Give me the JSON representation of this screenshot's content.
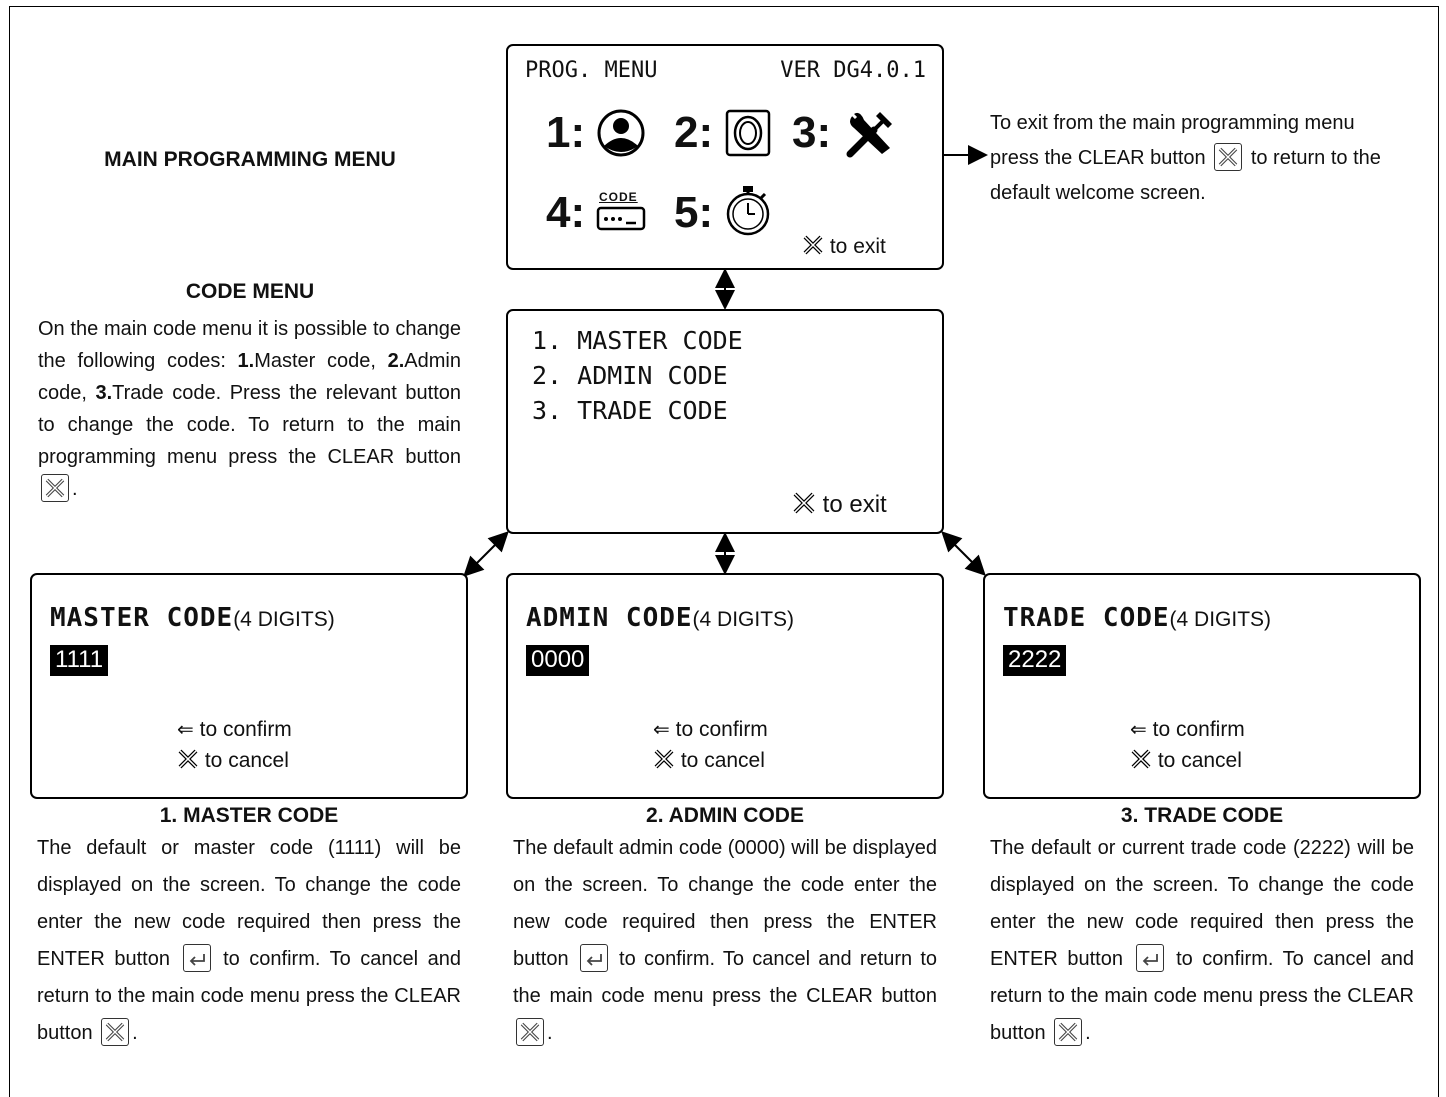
{
  "main_menu": {
    "heading": "MAIN PROGRAMMING MENU",
    "screen_title_left": "PROG. MENU",
    "screen_title_right": "VER DG4.0.1",
    "items": [
      {
        "num": "1:",
        "icon": "user-icon"
      },
      {
        "num": "2:",
        "icon": "ring-icon"
      },
      {
        "num": "3:",
        "icon": "tools-icon"
      },
      {
        "num": "4:",
        "icon": "code-icon",
        "icon_text": "CODE"
      },
      {
        "num": "5:",
        "icon": "stopwatch-icon"
      }
    ],
    "exit_hint": "to exit"
  },
  "exit_note": {
    "line1": "To exit from the main programming menu",
    "line2_a": "press the CLEAR button",
    "line2_b": "to return to the",
    "line3": "default welcome screen."
  },
  "code_menu": {
    "heading": "CODE MENU",
    "para_a": "On the main code menu it is possible to change the following codes: ",
    "b1": "1.",
    "t1": "Master code, ",
    "b2": "2.",
    "t2": "Admin code, ",
    "b3": "3.",
    "t3": "Trade code. Press the relevant button to change the code. To return to the main programming menu press the CLEAR button",
    "para_end": ".",
    "screen_items": [
      "1. MASTER CODE",
      "2. ADMIN CODE",
      "3. TRADE CODE"
    ],
    "exit_hint": "to exit"
  },
  "code_screens": [
    {
      "title": "MASTER CODE",
      "subtitle": "(4 DIGITS)",
      "value": "1111",
      "confirm": "to confirm",
      "cancel": "to cancel",
      "heading": "1. MASTER CODE",
      "desc_a": "The default or master code (1111) will be displayed on the screen. To change the code enter the new code required then press the ENTER button",
      "desc_b": "to confirm. To cancel and return to the main code menu press the CLEAR button",
      "desc_end": "."
    },
    {
      "title": "ADMIN CODE",
      "subtitle": "(4 DIGITS)",
      "value": "0000",
      "confirm": "to confirm",
      "cancel": "to cancel",
      "heading": "2. ADMIN CODE",
      "desc_a": "The default admin code (0000) will be displayed on the screen. To change the code enter the new code required then press the ENTER button",
      "desc_b": "to confirm. To cancel and return to the main code menu press the CLEAR button",
      "desc_end": "."
    },
    {
      "title": "TRADE CODE",
      "subtitle": "(4 DIGITS)",
      "value": "2222",
      "confirm": "to confirm",
      "cancel": "to cancel",
      "heading": "3. TRADE CODE",
      "desc_a": "The default or current trade code (2222) will be displayed on the screen. To change the code enter the new code required then press the ENTER button",
      "desc_b": "to confirm. To cancel and return to the main code menu press the CLEAR button",
      "desc_end": "."
    }
  ]
}
